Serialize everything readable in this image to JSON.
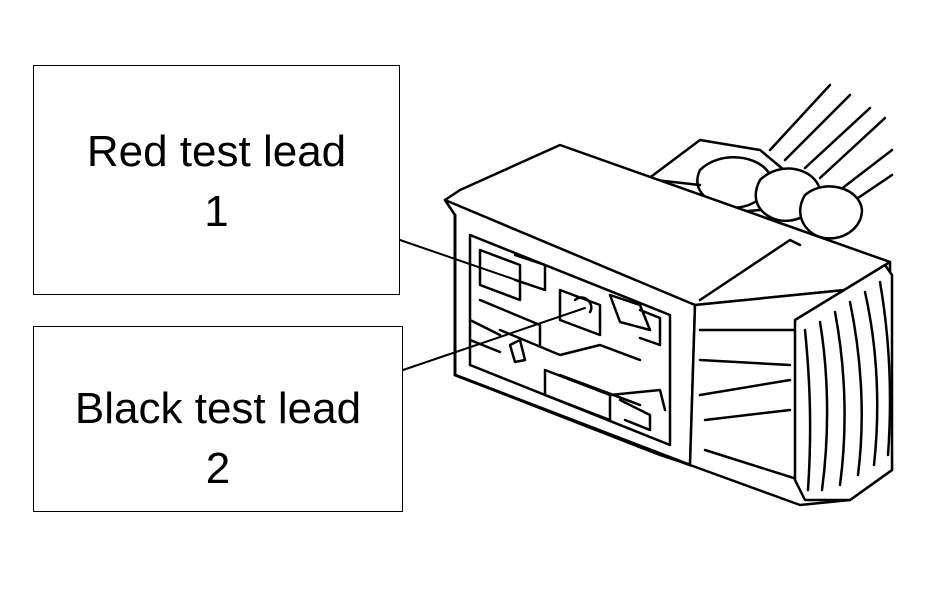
{
  "callouts": [
    {
      "label": "Red test lead",
      "number": "1"
    },
    {
      "label": "Black test lead",
      "number": "2"
    }
  ],
  "colors": {
    "ink": "#000000",
    "paper": "#ffffff"
  },
  "icons": [
    "connector-illustration",
    "leader-line"
  ]
}
